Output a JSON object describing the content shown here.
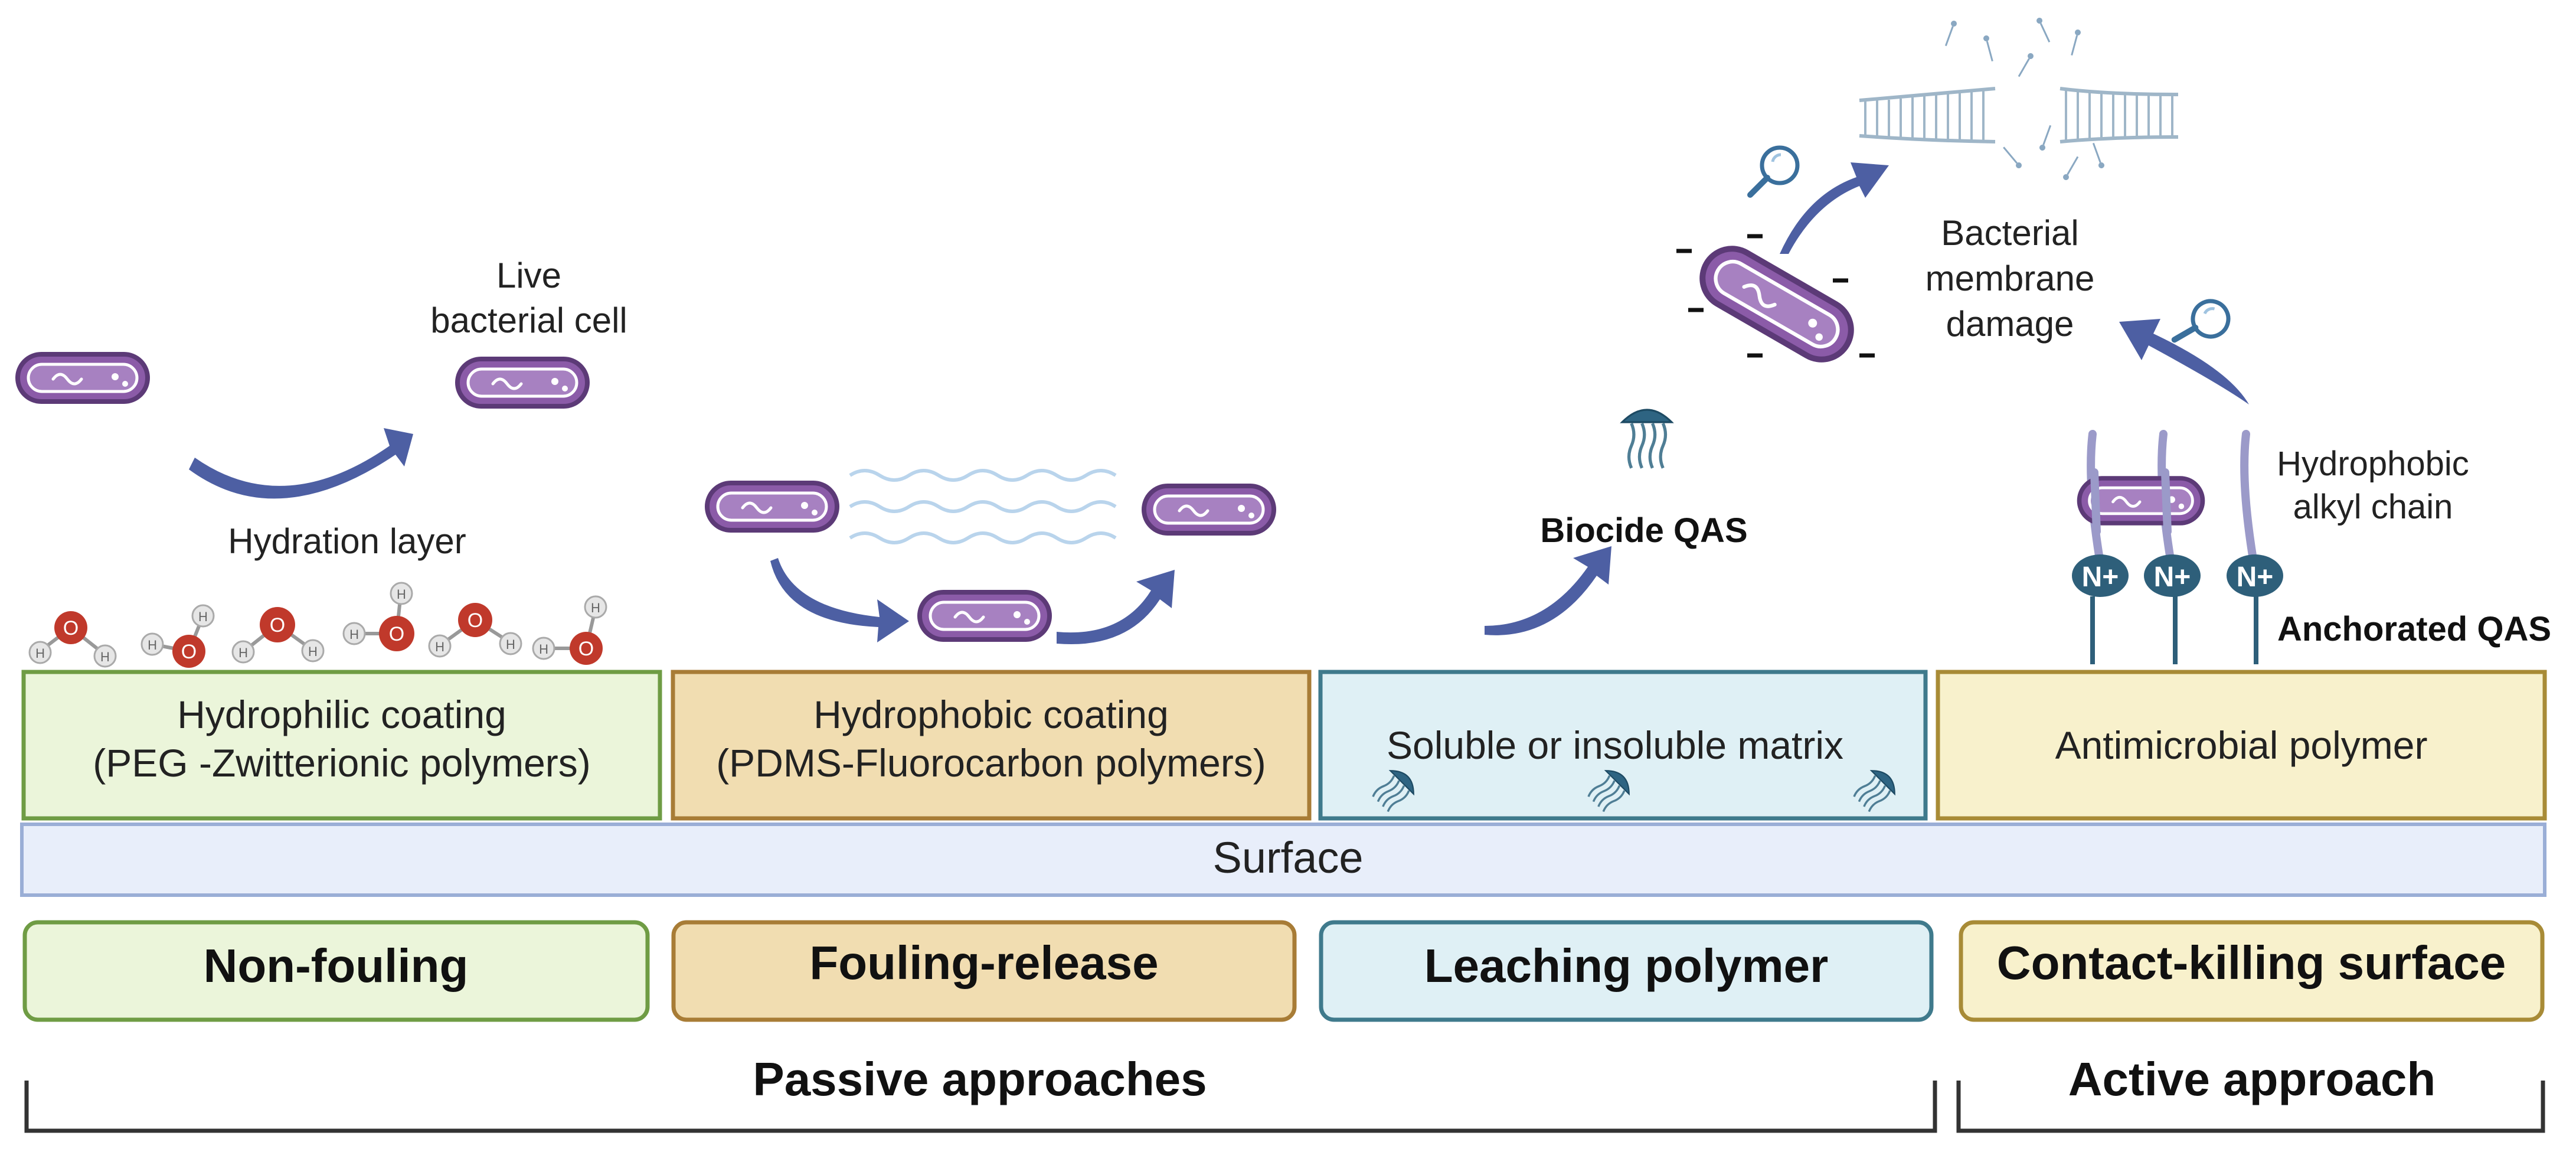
{
  "labels": {
    "live_cell": [
      "Live",
      "bacterial cell"
    ],
    "hydration_layer": "Hydration layer",
    "biocide_qas": "Biocide QAS",
    "membrane_damage": [
      "Bacterial",
      "membrane",
      "damage"
    ],
    "hydrophobic_chain": [
      "Hydrophobic",
      "alkyl chain"
    ],
    "anchorated_qas": "Anchorated QAS",
    "n_plus": "N+",
    "water_o": "O",
    "water_h": "H"
  },
  "coatings": [
    {
      "line1": "Hydrophilic coating",
      "line2": "(PEG -Zwitterionic polymers)"
    },
    {
      "line1": "Hydrophobic coating",
      "line2": "(PDMS-Fluorocarbon polymers)"
    },
    {
      "line1": "Soluble or insoluble matrix",
      "line2": ""
    },
    {
      "line1": "Antimicrobial polymer",
      "line2": ""
    }
  ],
  "surface_label": "Surface",
  "strategies": [
    "Non-fouling",
    "Fouling-release",
    "Leaching polymer",
    "Contact-killing surface"
  ],
  "groups": [
    "Passive approaches",
    "Active approach"
  ],
  "colors": {
    "bacteria": "#8b5ba8",
    "arrow": "#4d5fa3",
    "qas_head": "#2e5f7a",
    "green_fill": "#ebf5da",
    "green_stroke": "#6f9c44",
    "tan_fill": "#f1ddb1",
    "tan_stroke": "#a87c36",
    "blue_fill": "#dff0f5",
    "blue_stroke": "#3f7a8c",
    "yellow_fill": "#f8f1cc",
    "yellow_stroke": "#a88b36",
    "surface_fill": "#e8eefa",
    "surface_stroke": "#9aaed6"
  }
}
